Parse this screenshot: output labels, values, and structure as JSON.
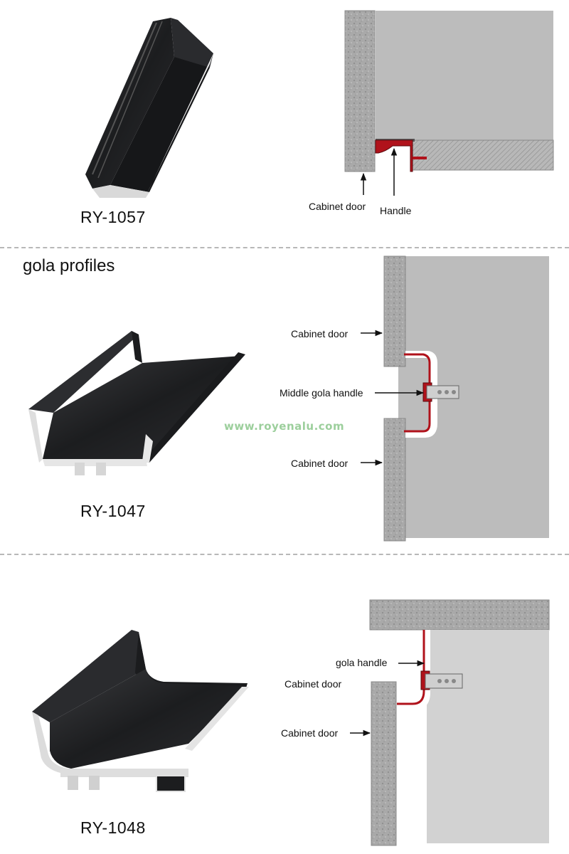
{
  "watermark": "www.royenalu.com",
  "colors": {
    "profile_dark": "#1e1f21",
    "profile_edge": "#e6e6e6",
    "panel": "#bcbcbc",
    "handle_accent": "#b0121b",
    "cabinet_wall": "#d2d2d2"
  },
  "sections": [
    {
      "model": "RY-1057",
      "callouts": {
        "cabinet_door": "Cabinet door",
        "handle": "Handle"
      }
    },
    {
      "title": "gola profiles",
      "model": "RY-1047",
      "callouts": {
        "cabinet_door_top": "Cabinet door",
        "middle_gola_handle": "Middle gola handle",
        "cabinet_door_bottom": "Cabinet door"
      }
    },
    {
      "model": "RY-1048",
      "callouts": {
        "gola_handle": "gola handle",
        "cabinet_door_upper": "Cabinet door",
        "cabinet_door_lower": "Cabinet door"
      }
    }
  ]
}
